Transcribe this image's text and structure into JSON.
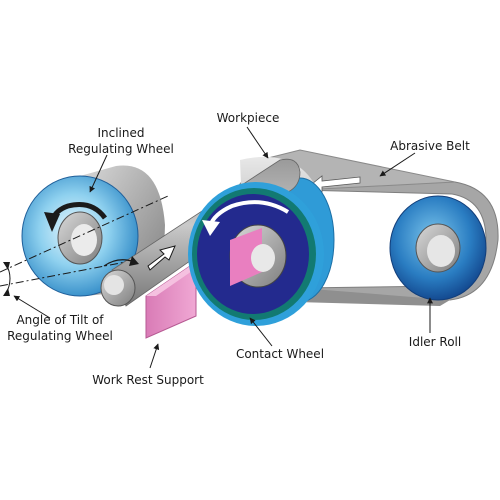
{
  "labels": {
    "inclined_line1": "Inclined",
    "inclined_line2": "Regulating Wheel",
    "workpiece": "Workpiece",
    "abrasive_belt": "Abrasive Belt",
    "angle_line1": "Angle of Tilt of",
    "angle_line2": "Regulating Wheel",
    "contact_wheel": "Contact Wheel",
    "idler_roll": "Idler Roll",
    "work_rest_support": "Work Rest Support"
  },
  "colors": {
    "belt": "#a3a3a3",
    "belt_edge": "#8a8a8a",
    "wheel_blue_light": "#9dd8f2",
    "wheel_blue_dark": "#1f6fb3",
    "contact_navy": "#232a8e",
    "contact_ring": "#127a72",
    "contact_outer": "#2c9ad6",
    "work_rest_pink": "#e58fc2",
    "workpiece_grey": "#b0b0b0"
  }
}
